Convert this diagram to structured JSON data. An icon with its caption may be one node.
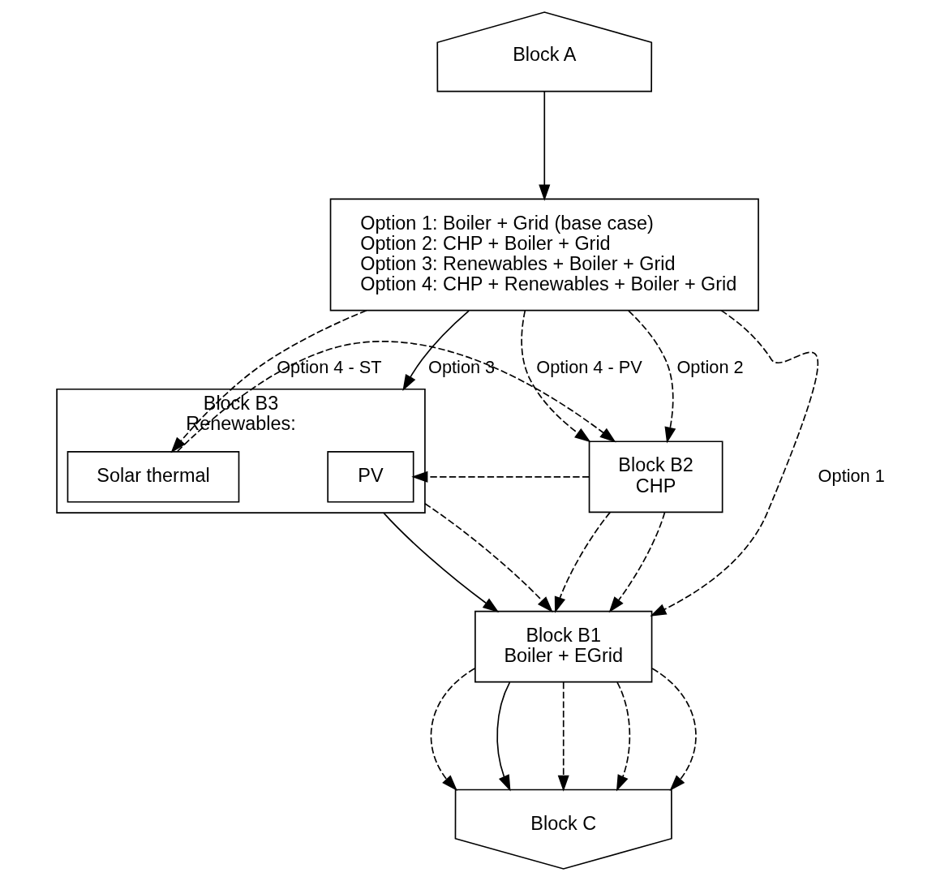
{
  "diagram": {
    "nodes": [
      {
        "text": [
          "Block A"
        ]
      },
      {
        "text": [
          "Option 1: Boiler + Grid (base case)",
          "Option 2: CHP + Boiler + Grid",
          "Option 3: Renewables + Boiler + Grid",
          "Option 4: CHP + Renewables + Boiler + Grid"
        ]
      },
      {
        "text": [
          "Block B3",
          "Renewables:"
        ]
      },
      {
        "text": [
          "Solar thermal"
        ],
        "in": 2
      },
      {
        "text": [
          "PV"
        ],
        "in": 2
      },
      {
        "text": [
          "Block B2",
          "CHP"
        ]
      },
      {
        "text": [
          "Block B1",
          "Boiler + EGrid"
        ]
      },
      {
        "text": [
          "Block C"
        ]
      }
    ],
    "edges": [
      {
        "from": 0,
        "to": 1,
        "arrow": "to"
      },
      {
        "from": 1,
        "to": 6,
        "arrow": "to",
        "style": "dashed",
        "label": "Option 1"
      },
      {
        "from": 1,
        "to": 2,
        "arrow": "to",
        "label": "Option 3"
      },
      {
        "from": 1,
        "to": 3,
        "arrow": "to",
        "style": "dashed",
        "label": "Option 4 - ST"
      },
      {
        "from": 1,
        "to": 5,
        "arrow": "to",
        "style": "dashed",
        "label": "Option 4 - PV"
      },
      {
        "from": 1,
        "to": 5,
        "arrow": "to",
        "style": "dashed",
        "label": "Option 2"
      },
      {
        "from": 3,
        "to": 5,
        "arrow": "to",
        "style": "dashed"
      },
      {
        "from": 5,
        "to": 4,
        "arrow": "to",
        "style": "dashed"
      },
      {
        "from": 2,
        "to": 6,
        "arrow": "to"
      },
      {
        "from": 2,
        "to": 6,
        "arrow": "to",
        "style": "dashed"
      },
      {
        "from": 5,
        "to": 6,
        "arrow": "to",
        "style": "dashed"
      },
      {
        "from": 5,
        "to": 6,
        "arrow": "to",
        "style": "dashed"
      },
      {
        "from": 6,
        "to": 7,
        "arrow": "to",
        "style": "dashed"
      },
      {
        "from": 6,
        "to": 7,
        "arrow": "to"
      },
      {
        "from": 6,
        "to": 7,
        "arrow": "to",
        "style": "dashed"
      },
      {
        "from": 6,
        "to": 7,
        "arrow": "to",
        "style": "dashed"
      },
      {
        "from": 6,
        "to": 7,
        "arrow": "to",
        "style": "dashed"
      }
    ]
  }
}
